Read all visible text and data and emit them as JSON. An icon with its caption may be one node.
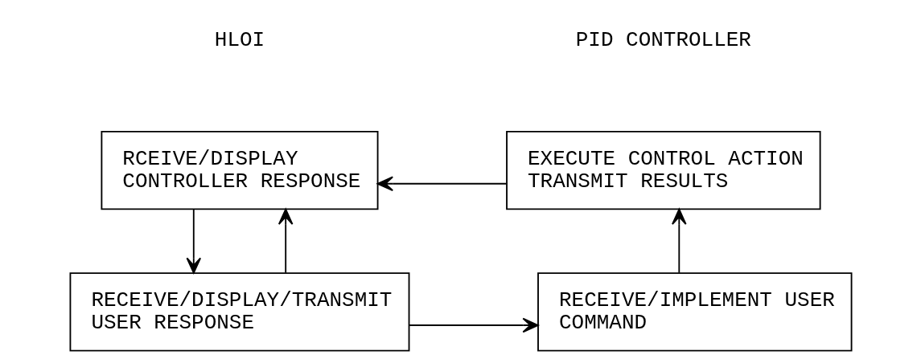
{
  "diagram": {
    "nodes": [
      {
        "text": [
          "RCEIVE/DISPLAY CONTROLLER RESPONSE"
        ]
      },
      {
        "text": [
          "EXECUTE CONTROL ACTION TRANSMIT RESULTS"
        ]
      },
      {
        "text": [
          "RECEIVE/DISPLAY/TRANSMIT USER RESPONSE"
        ]
      },
      {
        "text": [
          "RECEIVE/IMPLEMENT USER COMMAND"
        ]
      }
    ],
    "edges": [
      {
        "from": 1,
        "to": 0,
        "arrow": "to"
      },
      {
        "from": 0,
        "to": 2,
        "arrow": "to"
      },
      {
        "from": 2,
        "to": 3,
        "arrow": "to"
      },
      {
        "from": 2,
        "to": 0,
        "arrow": "to"
      },
      {
        "from": 3,
        "to": 1,
        "arrow": "to"
      }
    ],
    "labels": [
      "HLOI",
      "PID CONTROLLER"
    ]
  }
}
